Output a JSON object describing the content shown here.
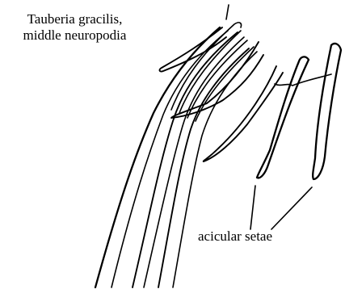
{
  "figure": {
    "title_lines": [
      "Tauberia gracilis,",
      "middle neuropodia"
    ],
    "callout_label": "acicular setae"
  }
}
